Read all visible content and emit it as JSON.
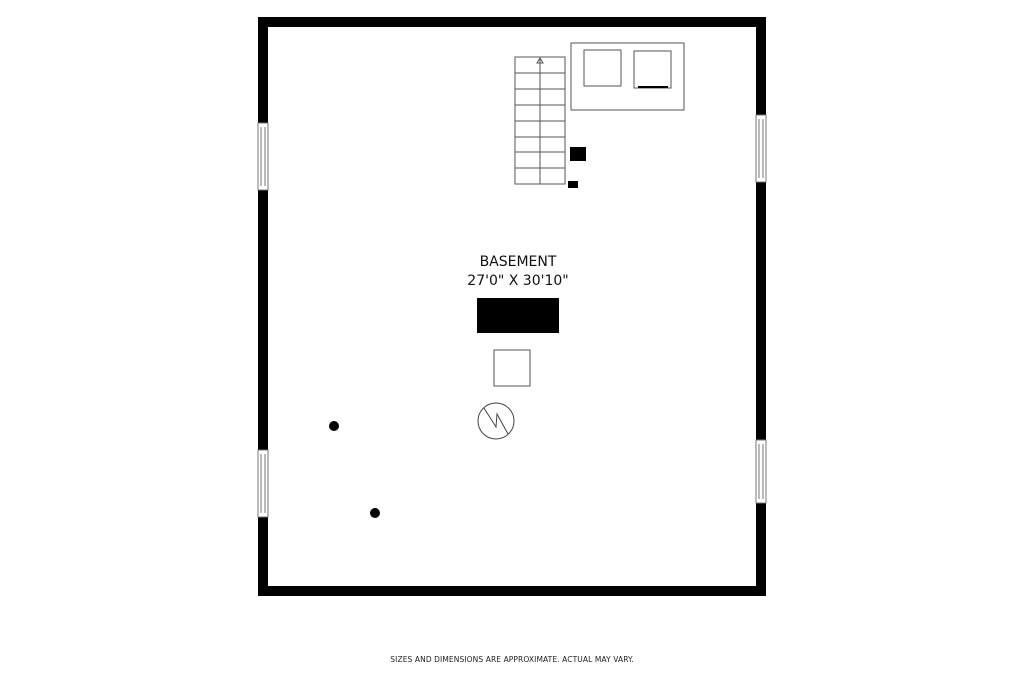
{
  "room": {
    "name": "BASEMENT",
    "dimensions": "27'0\" X 30'10\""
  },
  "disclaimer": "SIZES AND DIMENSIONS ARE APPROXIMATE. ACTUAL MAY VARY.",
  "colors": {
    "wall": "#000000",
    "line": "#555555",
    "background": "#ffffff"
  }
}
